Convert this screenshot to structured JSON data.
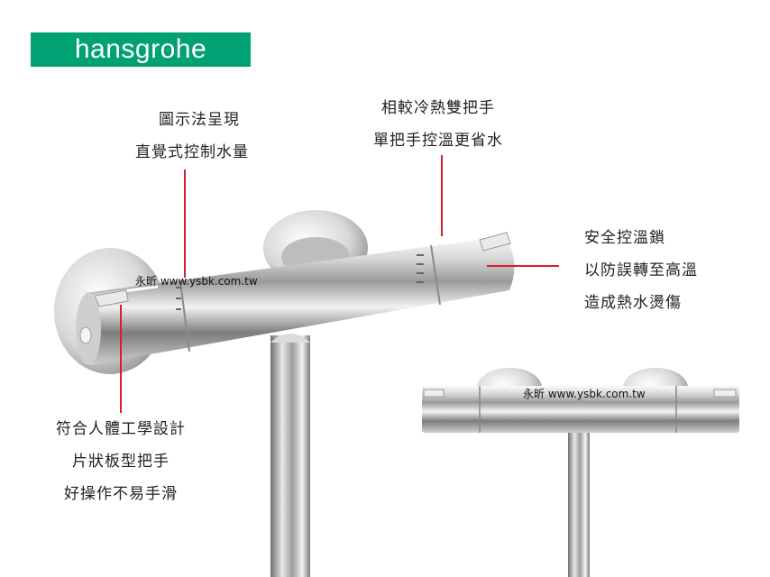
{
  "brand": {
    "logo_text": "hansgrohe",
    "color": "#00a173"
  },
  "callouts": {
    "flow": {
      "line1": "圖示法呈現",
      "line2": "直覺式控制水量"
    },
    "single": {
      "line1": "相較冷熱雙把手",
      "line2": "單把手控溫更省水"
    },
    "safety": {
      "line1": "安全控溫鎖",
      "line2": "以防誤轉至高溫",
      "line3": "造成熱水燙傷"
    },
    "handle": {
      "line1": "符合人體工學設計",
      "line2": "片狀板型把手",
      "line3": "好操作不易手滑"
    }
  },
  "watermarks": {
    "main": "永昕 www.ysbk.com.tw",
    "inset": "永昕 www.ysbk.com.tw"
  },
  "accent_color": "#d61f26"
}
